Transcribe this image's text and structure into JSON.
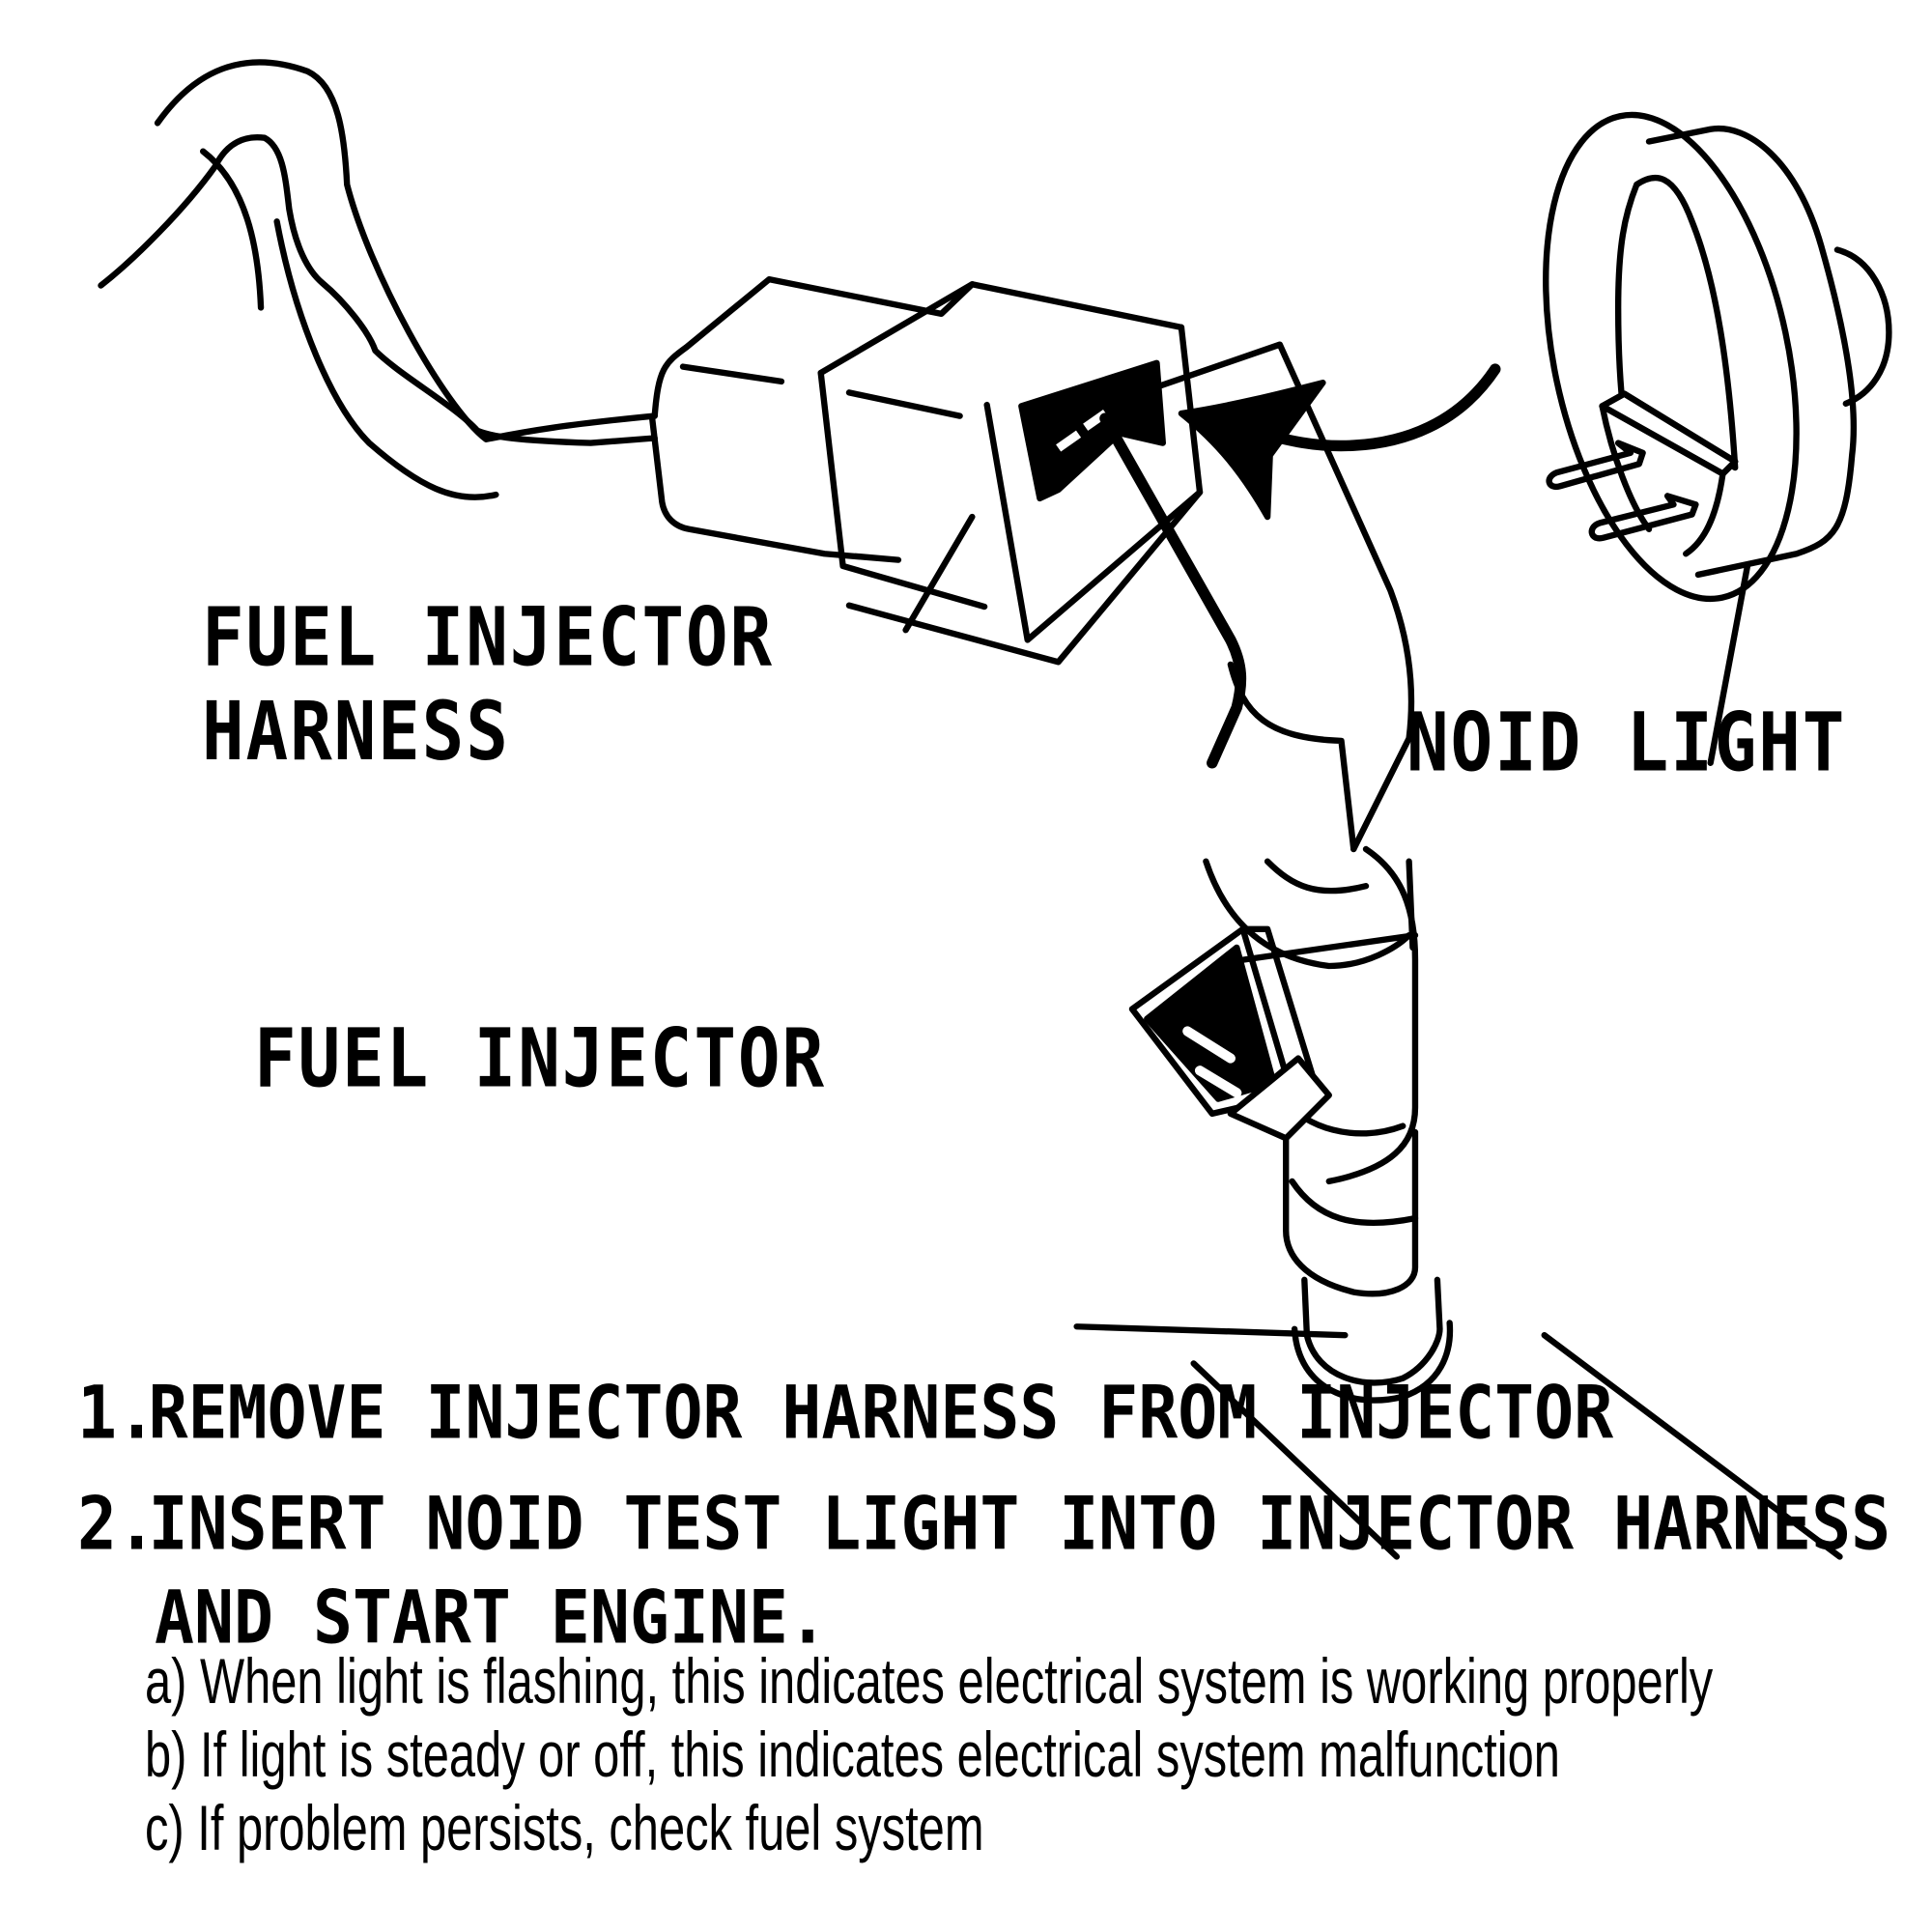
{
  "diagram": {
    "labels": {
      "harness_line1": "FUEL INJECTOR",
      "harness_line2": "HARNESS",
      "injector": "FUEL INJECTOR",
      "noid_light": "NOID LIGHT"
    },
    "icons": [
      "wire-harness-illustration",
      "connector-illustration",
      "curved-arrow-icon",
      "noid-light-illustration",
      "fuel-injector-illustration",
      "fuel-rail-illustration"
    ],
    "colors": {
      "ink": "#000000",
      "background": "#ffffff"
    }
  },
  "instructions": {
    "steps": [
      {
        "number": "1.",
        "text": "REMOVE INJECTOR HARNESS FROM INJECTOR"
      },
      {
        "number": "2.",
        "text": "INSERT NOID TEST LIGHT INTO INJECTOR HARNESS",
        "continuation": "AND START ENGINE."
      }
    ],
    "notes": [
      "a) When light is flashing, this indicates electrical system is working properly",
      "b) If light is steady or off, this indicates electrical system malfunction",
      "c) If problem persists, check fuel system"
    ]
  }
}
